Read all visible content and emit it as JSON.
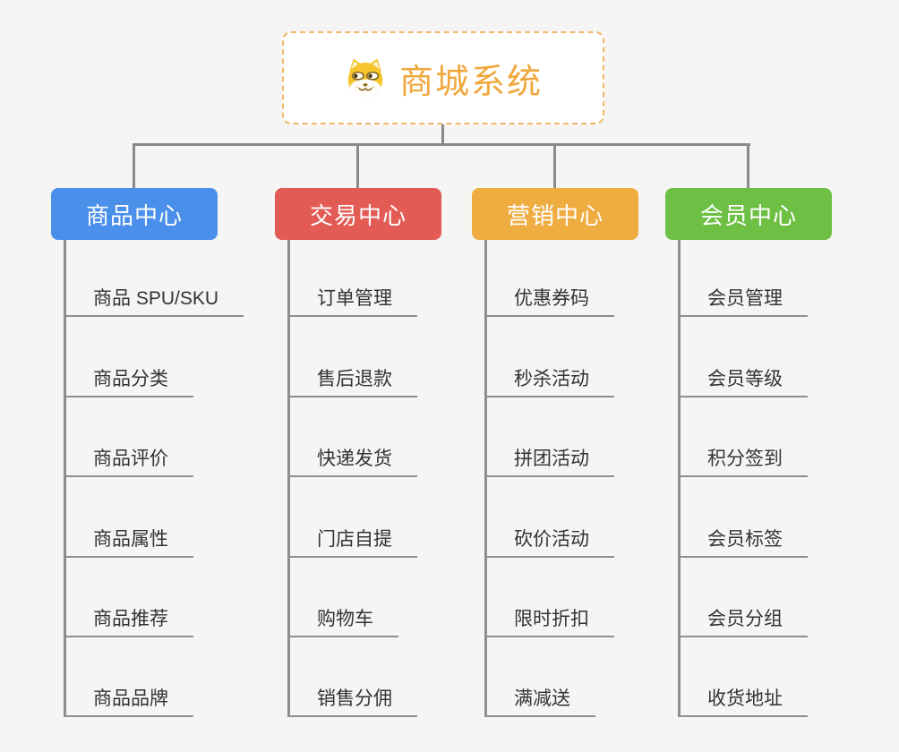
{
  "root": {
    "title": "商城系统",
    "icon": "dog-face-icon"
  },
  "colors": {
    "background": "#f5f5f4",
    "root_border": "#f3b768",
    "root_text": "#f0a73c",
    "connector": "#8a8a8a",
    "branch_text": "#ffffff",
    "item_text": "#333333",
    "branch_product": "#4a8fe9",
    "branch_trade": "#e25b55",
    "branch_marketing": "#efac41",
    "branch_member": "#6ec045"
  },
  "branches": [
    {
      "title": "商品中心",
      "color": "#4a8fe9",
      "items": [
        "商品 SPU/SKU",
        "商品分类",
        "商品评价",
        "商品属性",
        "商品推荐",
        "商品品牌"
      ]
    },
    {
      "title": "交易中心",
      "color": "#e25b55",
      "items": [
        "订单管理",
        "售后退款",
        "快递发货",
        "门店自提",
        "购物车",
        "销售分佣"
      ]
    },
    {
      "title": "营销中心",
      "color": "#efac41",
      "items": [
        "优惠券码",
        "秒杀活动",
        "拼团活动",
        "砍价活动",
        "限时折扣",
        "满减送"
      ]
    },
    {
      "title": "会员中心",
      "color": "#6ec045",
      "items": [
        "会员管理",
        "会员等级",
        "积分签到",
        "会员标签",
        "会员分组",
        "收货地址"
      ]
    }
  ]
}
